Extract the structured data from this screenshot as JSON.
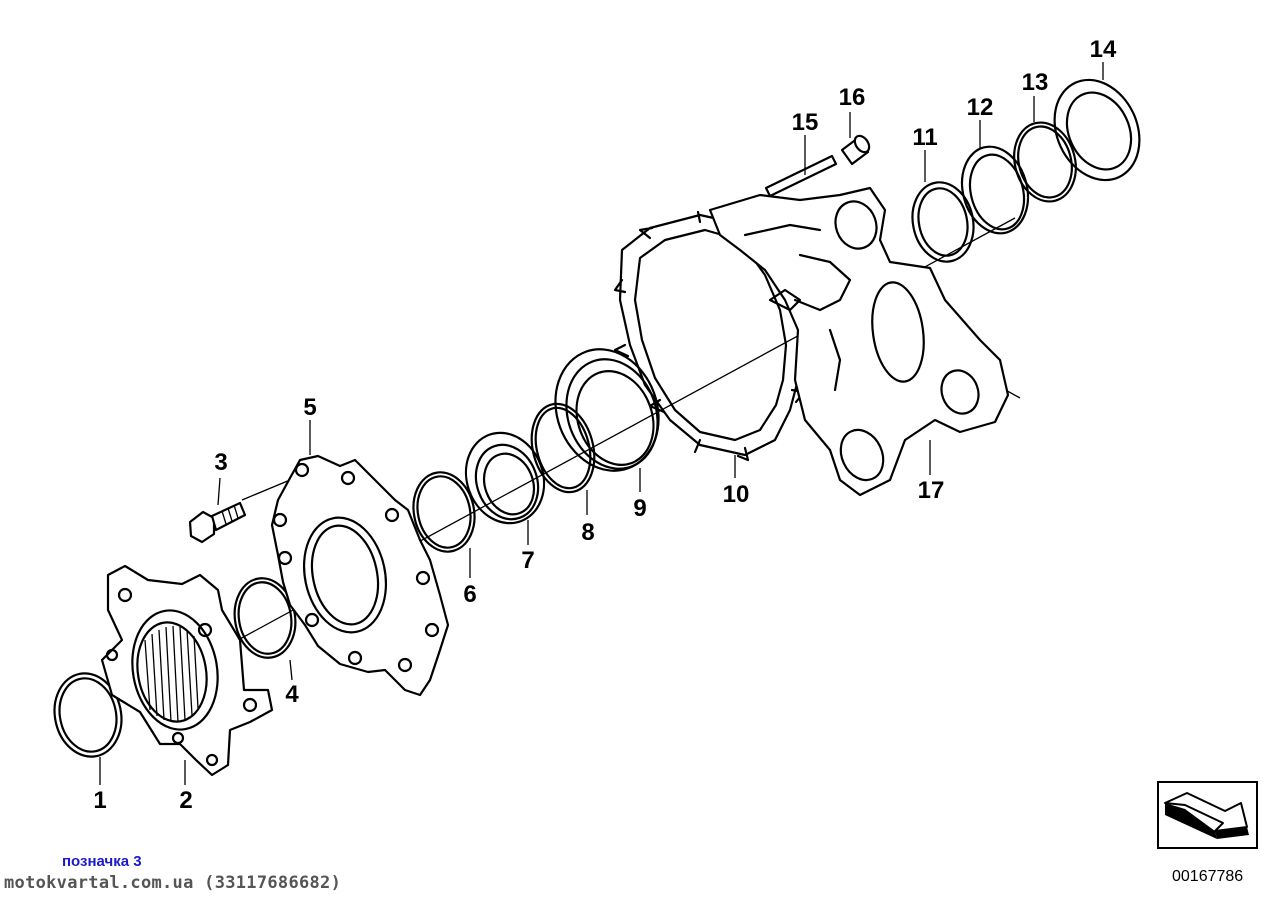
{
  "diagram": {
    "labels": [
      "1",
      "2",
      "3",
      "4",
      "5",
      "6",
      "7",
      "8",
      "9",
      "10",
      "11",
      "12",
      "13",
      "14",
      "15",
      "16",
      "17"
    ]
  },
  "footer": {
    "tag": "позначка 3",
    "watermark": "motokvartal.com.ua (33117686682)",
    "drawing_number": "00167786"
  },
  "icons": {
    "orientation": "orientation-arrow-icon"
  }
}
